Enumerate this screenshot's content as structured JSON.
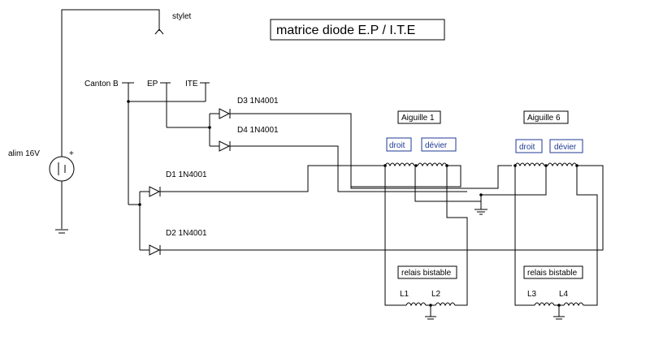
{
  "title": "matrice diode E.P / I.T.E",
  "labels": {
    "stylet": "stylet",
    "canton_b": "Canton B",
    "ep": "EP",
    "ite": "ITE",
    "alim": "alim 16V",
    "plus": "+",
    "d1": "D1 1N4001",
    "d2": "D2 1N4001",
    "d3": "D3 1N4001",
    "d4": "D4 1N4001",
    "aiguille1": "Aiguille 1",
    "aiguille6": "Aiguille 6",
    "droit": "droit",
    "devier": "dévier",
    "relais": "relais bistable",
    "l1": "L1",
    "l2": "L2",
    "l3": "L3",
    "l4": "L4"
  },
  "colors": {
    "wire": "#000000",
    "label_blue": "#1f3a93",
    "box_border": "#000000"
  }
}
